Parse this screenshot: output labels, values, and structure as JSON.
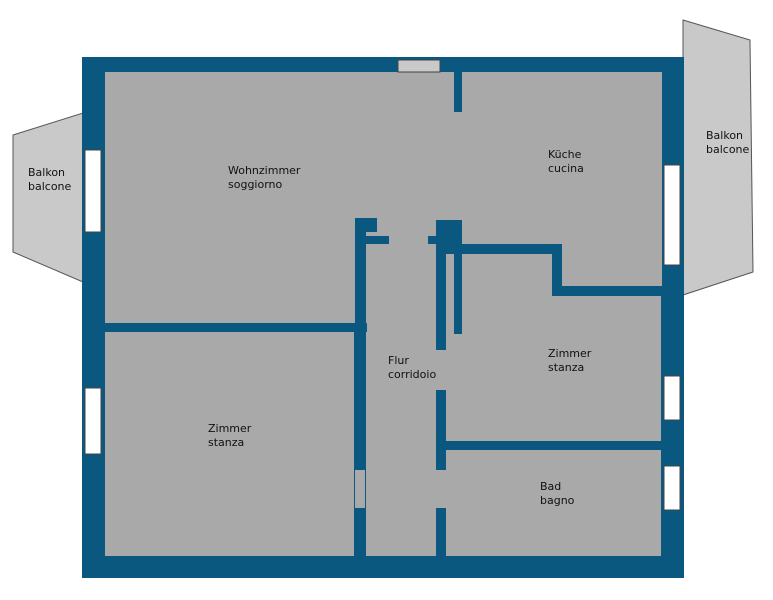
{
  "colors": {
    "wall": "#0A5880",
    "room_fill": "#A9A9A9",
    "balcony_fill": "#C9C9C9",
    "window_fill": "#FFFFFF",
    "background": "#FFFFFF"
  },
  "rooms": {
    "wohnzimmer": {
      "line1": "Wohnzimmer",
      "line2": "soggiorno"
    },
    "kueche": {
      "line1": "Küche",
      "line2": "cucina"
    },
    "flur": {
      "line1": "Flur",
      "line2": "corridoio"
    },
    "zimmer_left": {
      "line1": "Zimmer",
      "line2": "stanza"
    },
    "zimmer_right": {
      "line1": "Zimmer",
      "line2": "stanza"
    },
    "bad": {
      "line1": "Bad",
      "line2": "bagno"
    },
    "balkon_left": {
      "line1": "Balkon",
      "line2": "balcone"
    },
    "balkon_right": {
      "line1": "Balkon",
      "line2": "balcone"
    }
  }
}
